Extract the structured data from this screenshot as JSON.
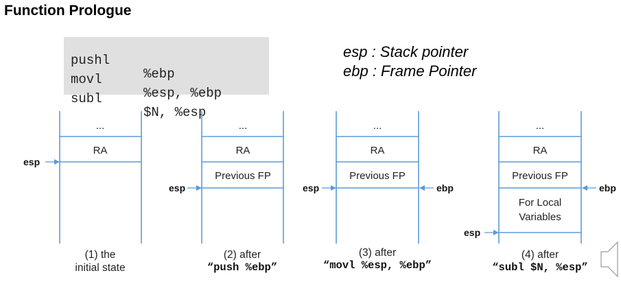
{
  "title": "Function Prologue",
  "code": [
    {
      "op": "pushl",
      "arg": "%ebp"
    },
    {
      "op": "movl",
      "arg": "%esp, %ebp"
    },
    {
      "op": "subl",
      "arg": "$N, %esp"
    }
  ],
  "legend": {
    "esp": "esp : Stack pointer",
    "ebp": "ebp : Frame Pointer"
  },
  "stacks": [
    {
      "cells": [
        "...",
        "RA",
        ""
      ],
      "pointers": [
        "esp"
      ],
      "caption_top": "(1) the",
      "caption_bottom": "initial state",
      "caption_bottom_mono": false
    },
    {
      "cells": [
        "...",
        "RA",
        "Previous FP",
        ""
      ],
      "pointers": [
        "esp"
      ],
      "caption_top": "(2) after",
      "caption_bottom": "“push %ebp”",
      "caption_bottom_mono": true
    },
    {
      "cells": [
        "...",
        "RA",
        "Previous FP",
        ""
      ],
      "pointers": [
        "esp",
        "ebp"
      ],
      "caption_top": "(3) after",
      "caption_bottom": "“movl %esp, %ebp”",
      "caption_bottom_mono": true
    },
    {
      "cells": [
        "...",
        "RA",
        "Previous FP",
        "For Local",
        "Variables",
        ""
      ],
      "pointers": [
        "ebp",
        "esp"
      ],
      "caption_top": "(4) after",
      "caption_bottom": "“subl $N, %esp”",
      "caption_bottom_mono": true
    }
  ],
  "colors": {
    "stack_line": "#5b9bd5",
    "code_bg": "#e0e0e0"
  },
  "speaker_icon": "speaker-icon"
}
